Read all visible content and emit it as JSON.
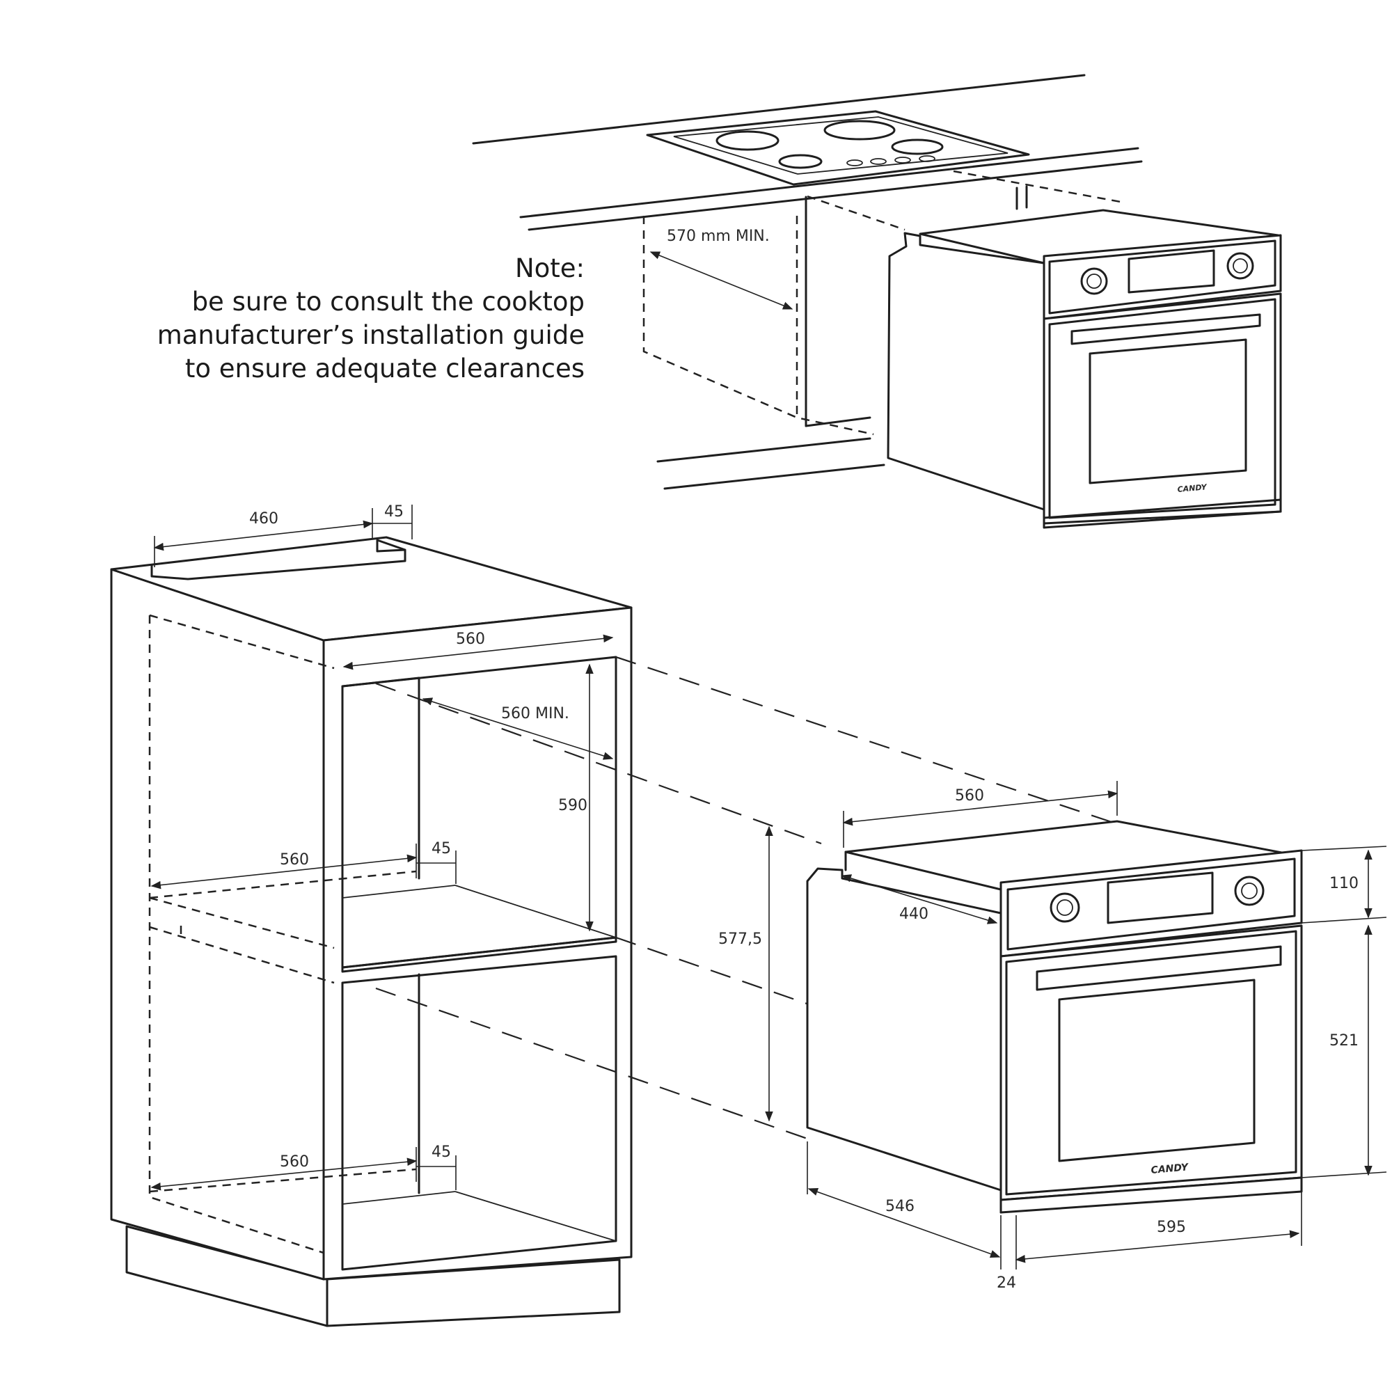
{
  "note": {
    "heading": "Note:",
    "lines": [
      "be sure to consult the cooktop",
      "manufacturer’s installation guide",
      "to ensure adequate clearances"
    ]
  },
  "brand": {
    "logo_text": "CANDY"
  },
  "dimensions": {
    "top_min_depth": "570 mm MIN.",
    "cab_top_460": "460",
    "cab_top_45": "45",
    "cab_width_560": "560",
    "cab_depth_min": "560 MIN.",
    "cab_height_590": "590",
    "shelf1_560": "560",
    "shelf1_45": "45",
    "shelf2_560": "560",
    "shelf2_45": "45",
    "gap_577": "577,5",
    "oven_width_560": "560",
    "oven_depth_440": "440",
    "oven_panel_110": "110",
    "oven_body_521": "521",
    "oven_depth_546": "546",
    "oven_front_595": "595",
    "oven_door_24": "24"
  }
}
